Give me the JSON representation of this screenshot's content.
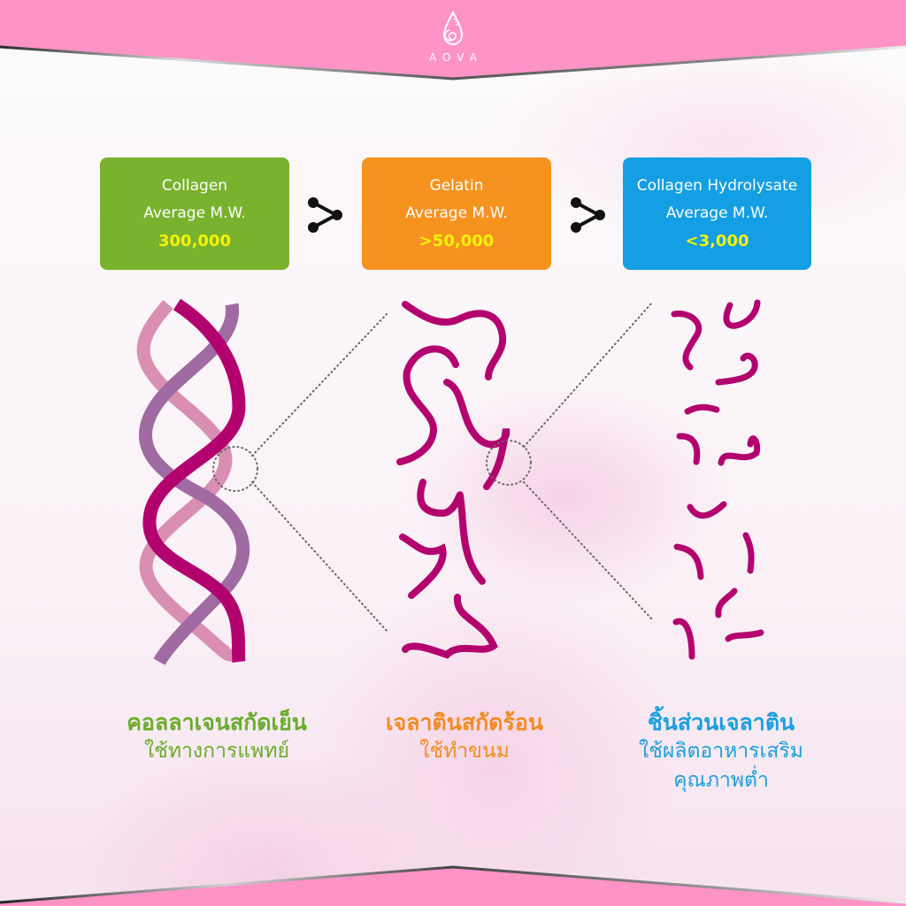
{
  "brand": {
    "name": "AOVA",
    "logo_icon": "droplet-swirl-icon"
  },
  "colors": {
    "band_pink": "#fe93c6",
    "green": "#79b22d",
    "orange": "#f6931f",
    "blue": "#149ee3",
    "value_yellow": "#f5f20a",
    "strand_magenta": "#b3006f",
    "strand_pink": "#d98fb1",
    "strand_purple": "#a06aa3"
  },
  "cards": [
    {
      "title": "Collagen",
      "subtitle": "Average M.W.",
      "value": "300,000"
    },
    {
      "title": "Gelatin",
      "subtitle": "Average M.W.",
      "value": ">50,000"
    },
    {
      "title": "Collagen Hydrolysate",
      "subtitle": "Average M.W.",
      "value": "<3,000"
    }
  ],
  "connectors": [
    {
      "icon": "share-arrow-icon"
    },
    {
      "icon": "share-arrow-icon"
    }
  ],
  "captions": [
    {
      "title": "คอลลาเจนสกัดเย็น",
      "lines": [
        "ใช้ทางการแพทย์"
      ]
    },
    {
      "title": "เจลาตินสกัดร้อน",
      "lines": [
        "ใช้ทำขนม"
      ]
    },
    {
      "title": "ชิ้นส่วนเจลาติน",
      "lines": [
        "ใช้ผลิตอาหารเสริม",
        "คุณภาพต่ำ"
      ]
    }
  ]
}
